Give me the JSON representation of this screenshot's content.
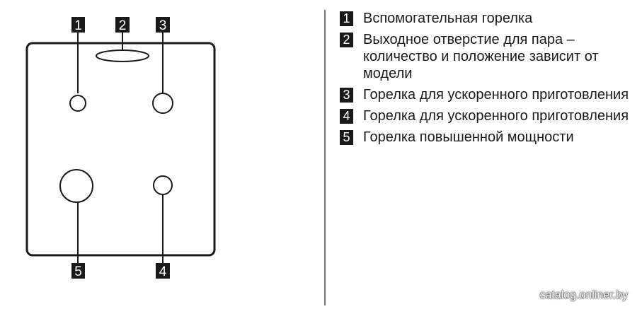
{
  "callouts": [
    "1",
    "2",
    "3",
    "4",
    "5"
  ],
  "legend": {
    "items": [
      {
        "number": "1",
        "text": "Вспомогательная горелка"
      },
      {
        "number": "2",
        "text": "Выходное отверстие для пара – количество и положение зависит от модели"
      },
      {
        "number": "3",
        "text": "Горелка для ускоренного приготовления"
      },
      {
        "number": "4",
        "text": "Горелка для ускоренного приготовления"
      },
      {
        "number": "5",
        "text": "Горелка повышенной мощности"
      }
    ]
  },
  "watermark": "catalog.onliner.by",
  "colors": {
    "ink": "#1a1a1a",
    "divider": "#777777",
    "background": "#ffffff"
  }
}
